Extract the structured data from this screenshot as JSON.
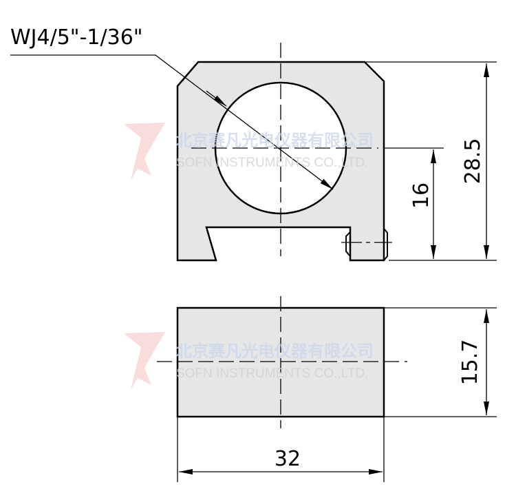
{
  "drawing": {
    "thread_label": "WJ4/5\"-1/36\"",
    "dims": {
      "total_height": "28.5",
      "center_height": "16",
      "thickness": "15.7",
      "width": "32"
    },
    "colors": {
      "body_fill": "#e6e6e6",
      "line": "#000000"
    }
  },
  "watermark": {
    "company_cn": "北京赛凡光电仪器有限公司",
    "company_en": "SOFN INSTRUMENTS CO.,LTD."
  }
}
